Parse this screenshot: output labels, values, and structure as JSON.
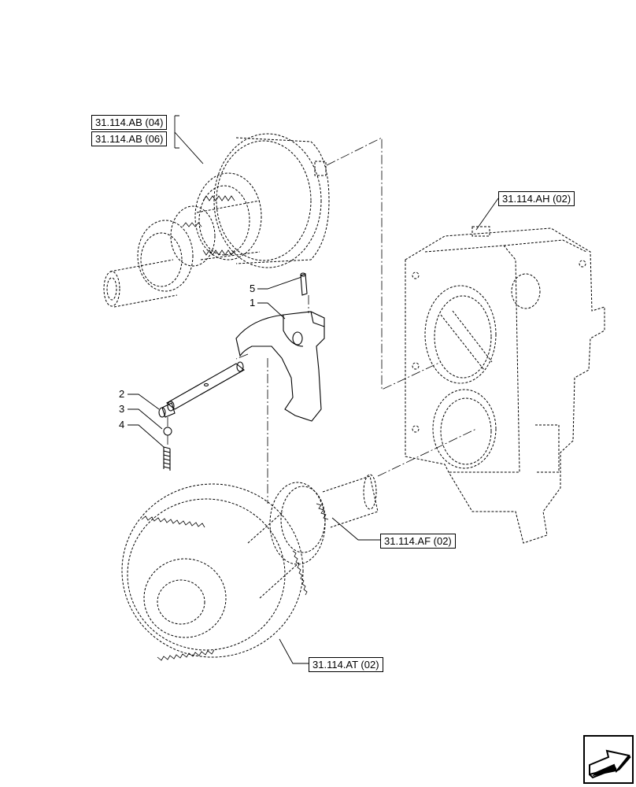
{
  "references": {
    "ab04": "31.114.AB (04)",
    "ab06": "31.114.AB (06)",
    "ah02": "31.114.AH (02)",
    "af02": "31.114.AF (02)",
    "at02": "31.114.AT (02)"
  },
  "callouts": [
    "1",
    "2",
    "3",
    "4",
    "5"
  ],
  "icons": {
    "navigation": "next-page-arrow-icon"
  }
}
